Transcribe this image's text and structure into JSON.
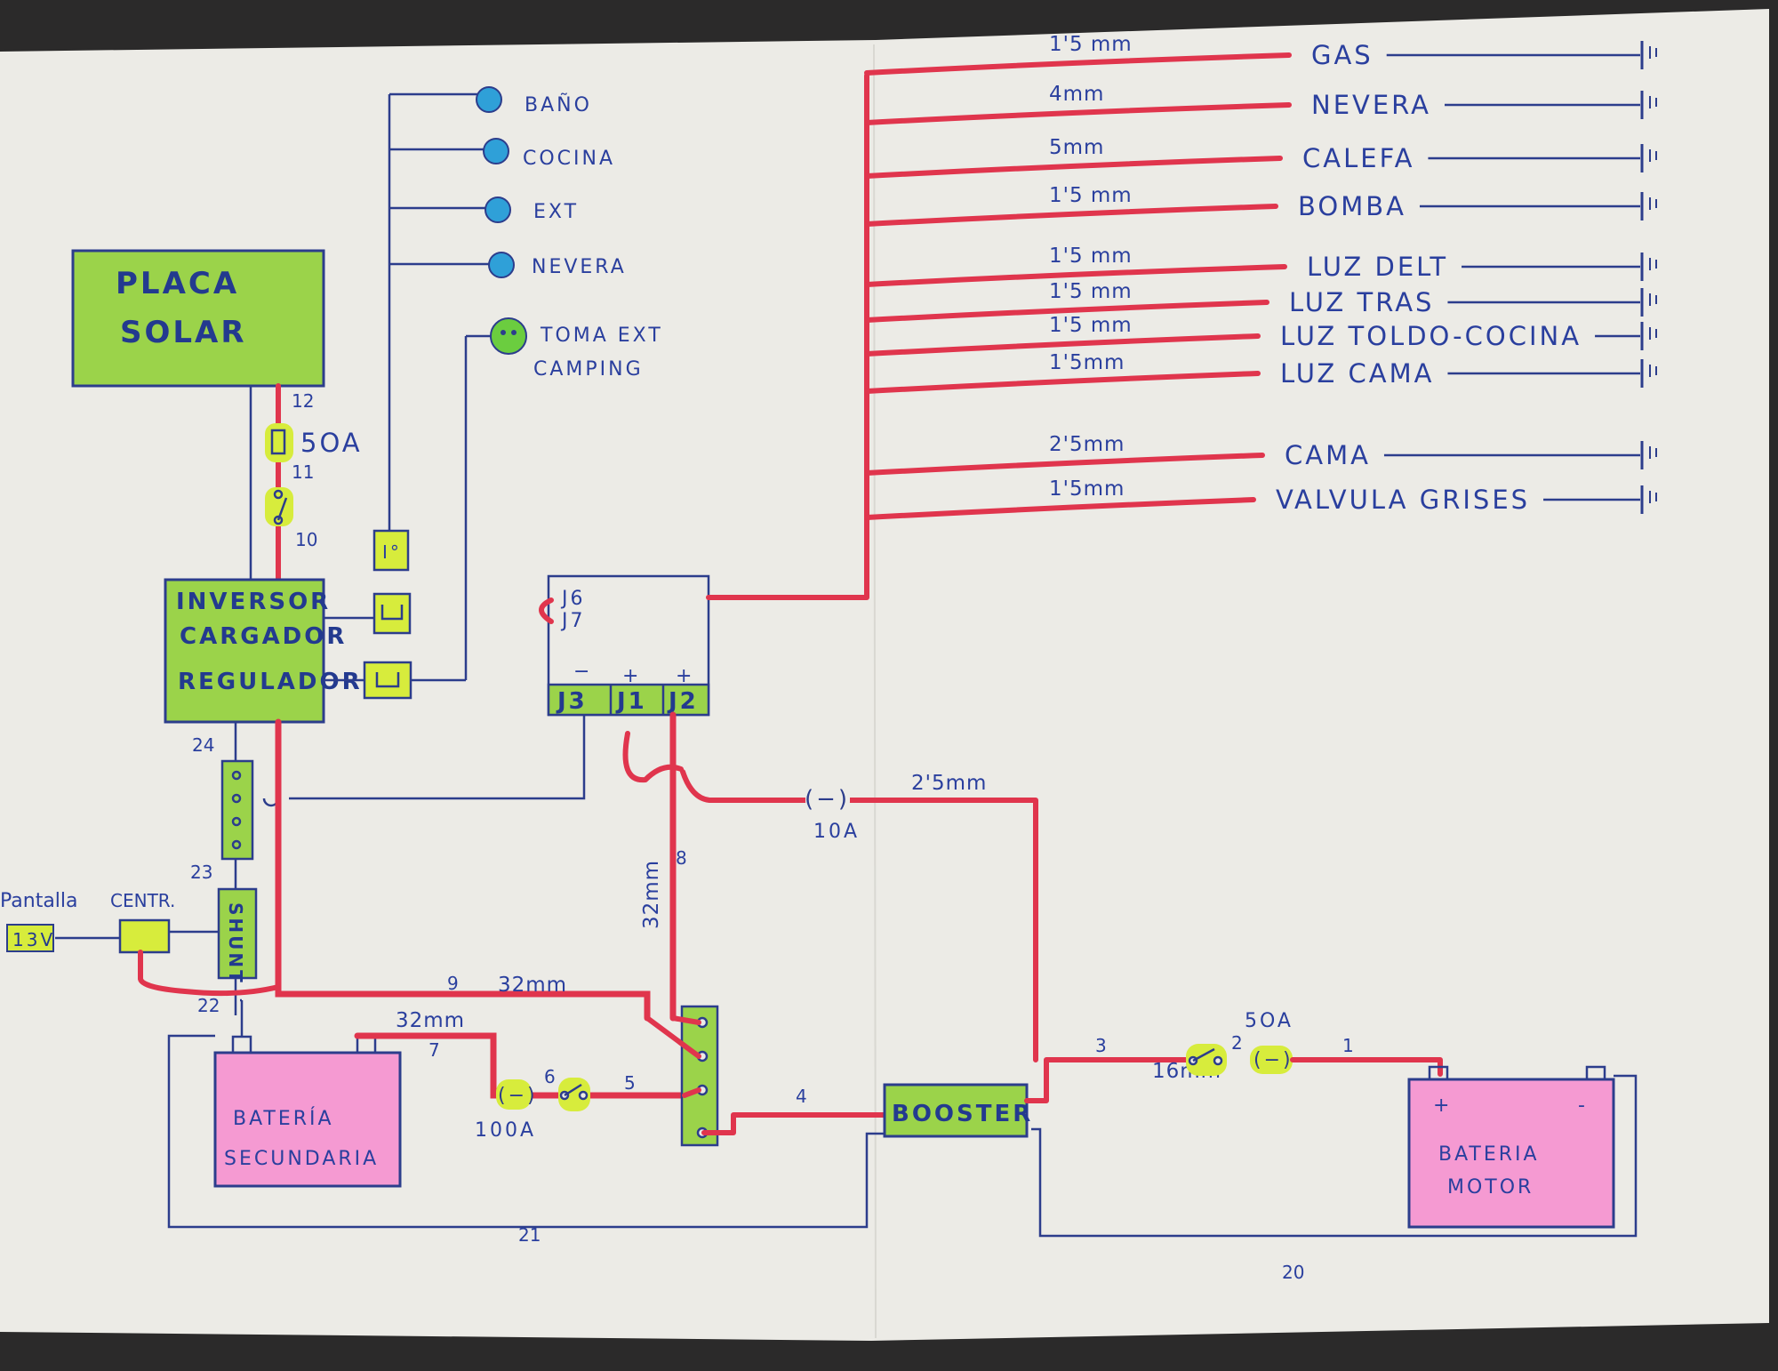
{
  "solar": {
    "line1": "PLACA",
    "line2": "SOLAR"
  },
  "inverter": {
    "line1": "INVERSOR",
    "line2": "CARGADOR",
    "line3": "REGULADOR"
  },
  "fuse_solar": "5OA",
  "lights": [
    "BAÑO",
    "COCINA",
    "EXT",
    "NEVERA"
  ],
  "toma": {
    "line1": "TOMA EXT",
    "line2": "CAMPING"
  },
  "fusebox": {
    "j6": "J6",
    "j7": "J7",
    "j3": "J3",
    "j1": "J1",
    "j2": "J2",
    "minus": "−",
    "plus1": "+",
    "plus2": "+"
  },
  "circuits": [
    {
      "gauge": "1'5 mm",
      "label": "GAS"
    },
    {
      "gauge": "4mm",
      "label": "NEVERA"
    },
    {
      "gauge": "5mm",
      "label": "CALEFA"
    },
    {
      "gauge": "1'5 mm",
      "label": "BOMBA"
    },
    {
      "gauge": "1'5 mm",
      "label": "LUZ DELT"
    },
    {
      "gauge": "1'5 mm",
      "label": "LUZ TRAS"
    },
    {
      "gauge": "1'5 mm",
      "label": "LUZ TOLDO-COCINA"
    },
    {
      "gauge": "1'5mm",
      "label": "LUZ CAMA"
    },
    {
      "gauge": "2'5mm",
      "label": "CAMA"
    },
    {
      "gauge": "1'5mm",
      "label": "VALVULA GRISES"
    }
  ],
  "pantalla": {
    "label": "Pantalla",
    "value": "13V"
  },
  "centr": "CENTR.",
  "shunt": "SHUNT",
  "battery_secondary": {
    "line1": "BATERÍA",
    "line2": "SECUNDARIA"
  },
  "battery_motor": {
    "line1": "BATERIA",
    "line2": "MOTOR",
    "plus": "+",
    "minus": "-"
  },
  "booster": "BOOSTER",
  "fuse_10a": "10A",
  "fuse_100a": "100A",
  "fuse_50a": "5OA",
  "gauge_25": "2'5mm",
  "gauge_32_a": "32mm",
  "gauge_32_b": "32mm",
  "gauge_32_c": "32mm",
  "gauge_16": "16mm",
  "numbers": {
    "n1": "1",
    "n2": "2",
    "n3": "3",
    "n4": "4",
    "n5": "5",
    "n6": "6",
    "n7": "7",
    "n8": "8",
    "n9": "9",
    "n10": "10",
    "n11": "11",
    "n12": "12",
    "n20": "20",
    "n21": "21",
    "n22": "22",
    "n23": "23",
    "n24": "24"
  },
  "colors": {
    "paper": "#ecebe6",
    "wire": "#e0354d",
    "ink": "#2a3f9e",
    "green": "#9bd34a",
    "pink": "#f59ad2",
    "highlight": "#d7ec3c"
  }
}
